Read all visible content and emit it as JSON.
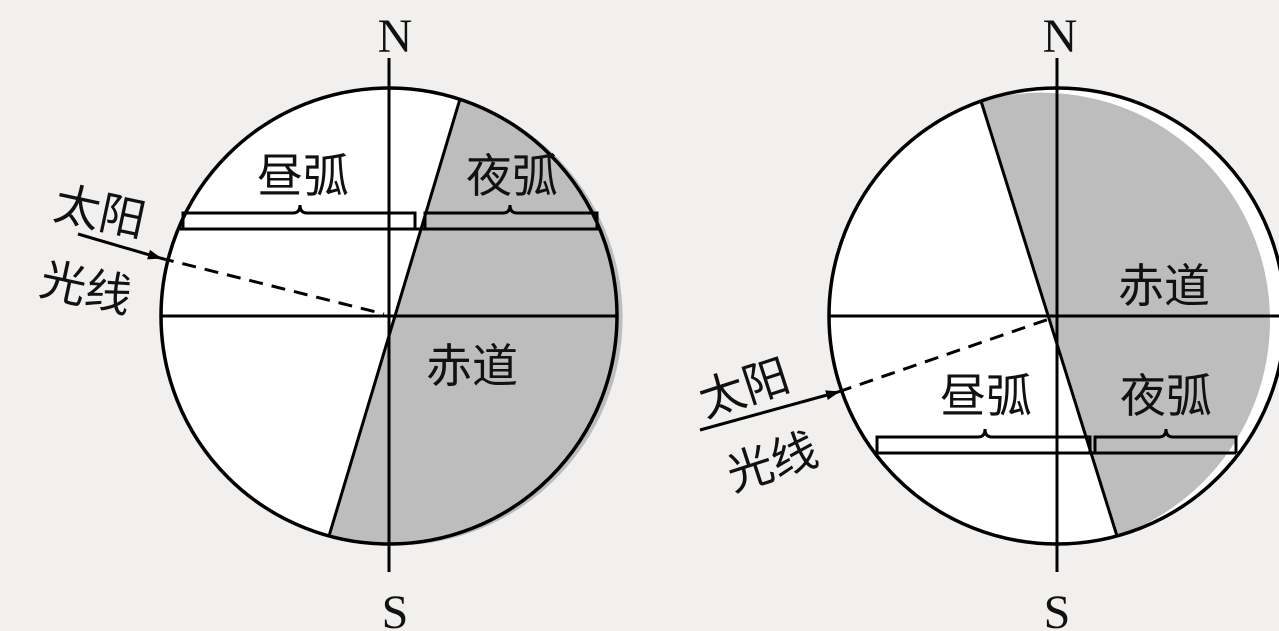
{
  "diagram_left": {
    "north": "N",
    "south": "S",
    "day_arc": "昼弧",
    "night_arc": "夜弧",
    "equator": "赤道",
    "sunlight_line1": "太阳",
    "sunlight_line2": "光线"
  },
  "diagram_right": {
    "north": "N",
    "south": "S",
    "day_arc": "昼弧",
    "night_arc": "夜弧",
    "equator": "赤道",
    "sunlight_line1": "太阳",
    "sunlight_line2": "光线"
  },
  "colors": {
    "background": "#f1f0ee",
    "night_fill": "#bdbdbd",
    "day_fill": "#ffffff",
    "line": "#000000"
  }
}
